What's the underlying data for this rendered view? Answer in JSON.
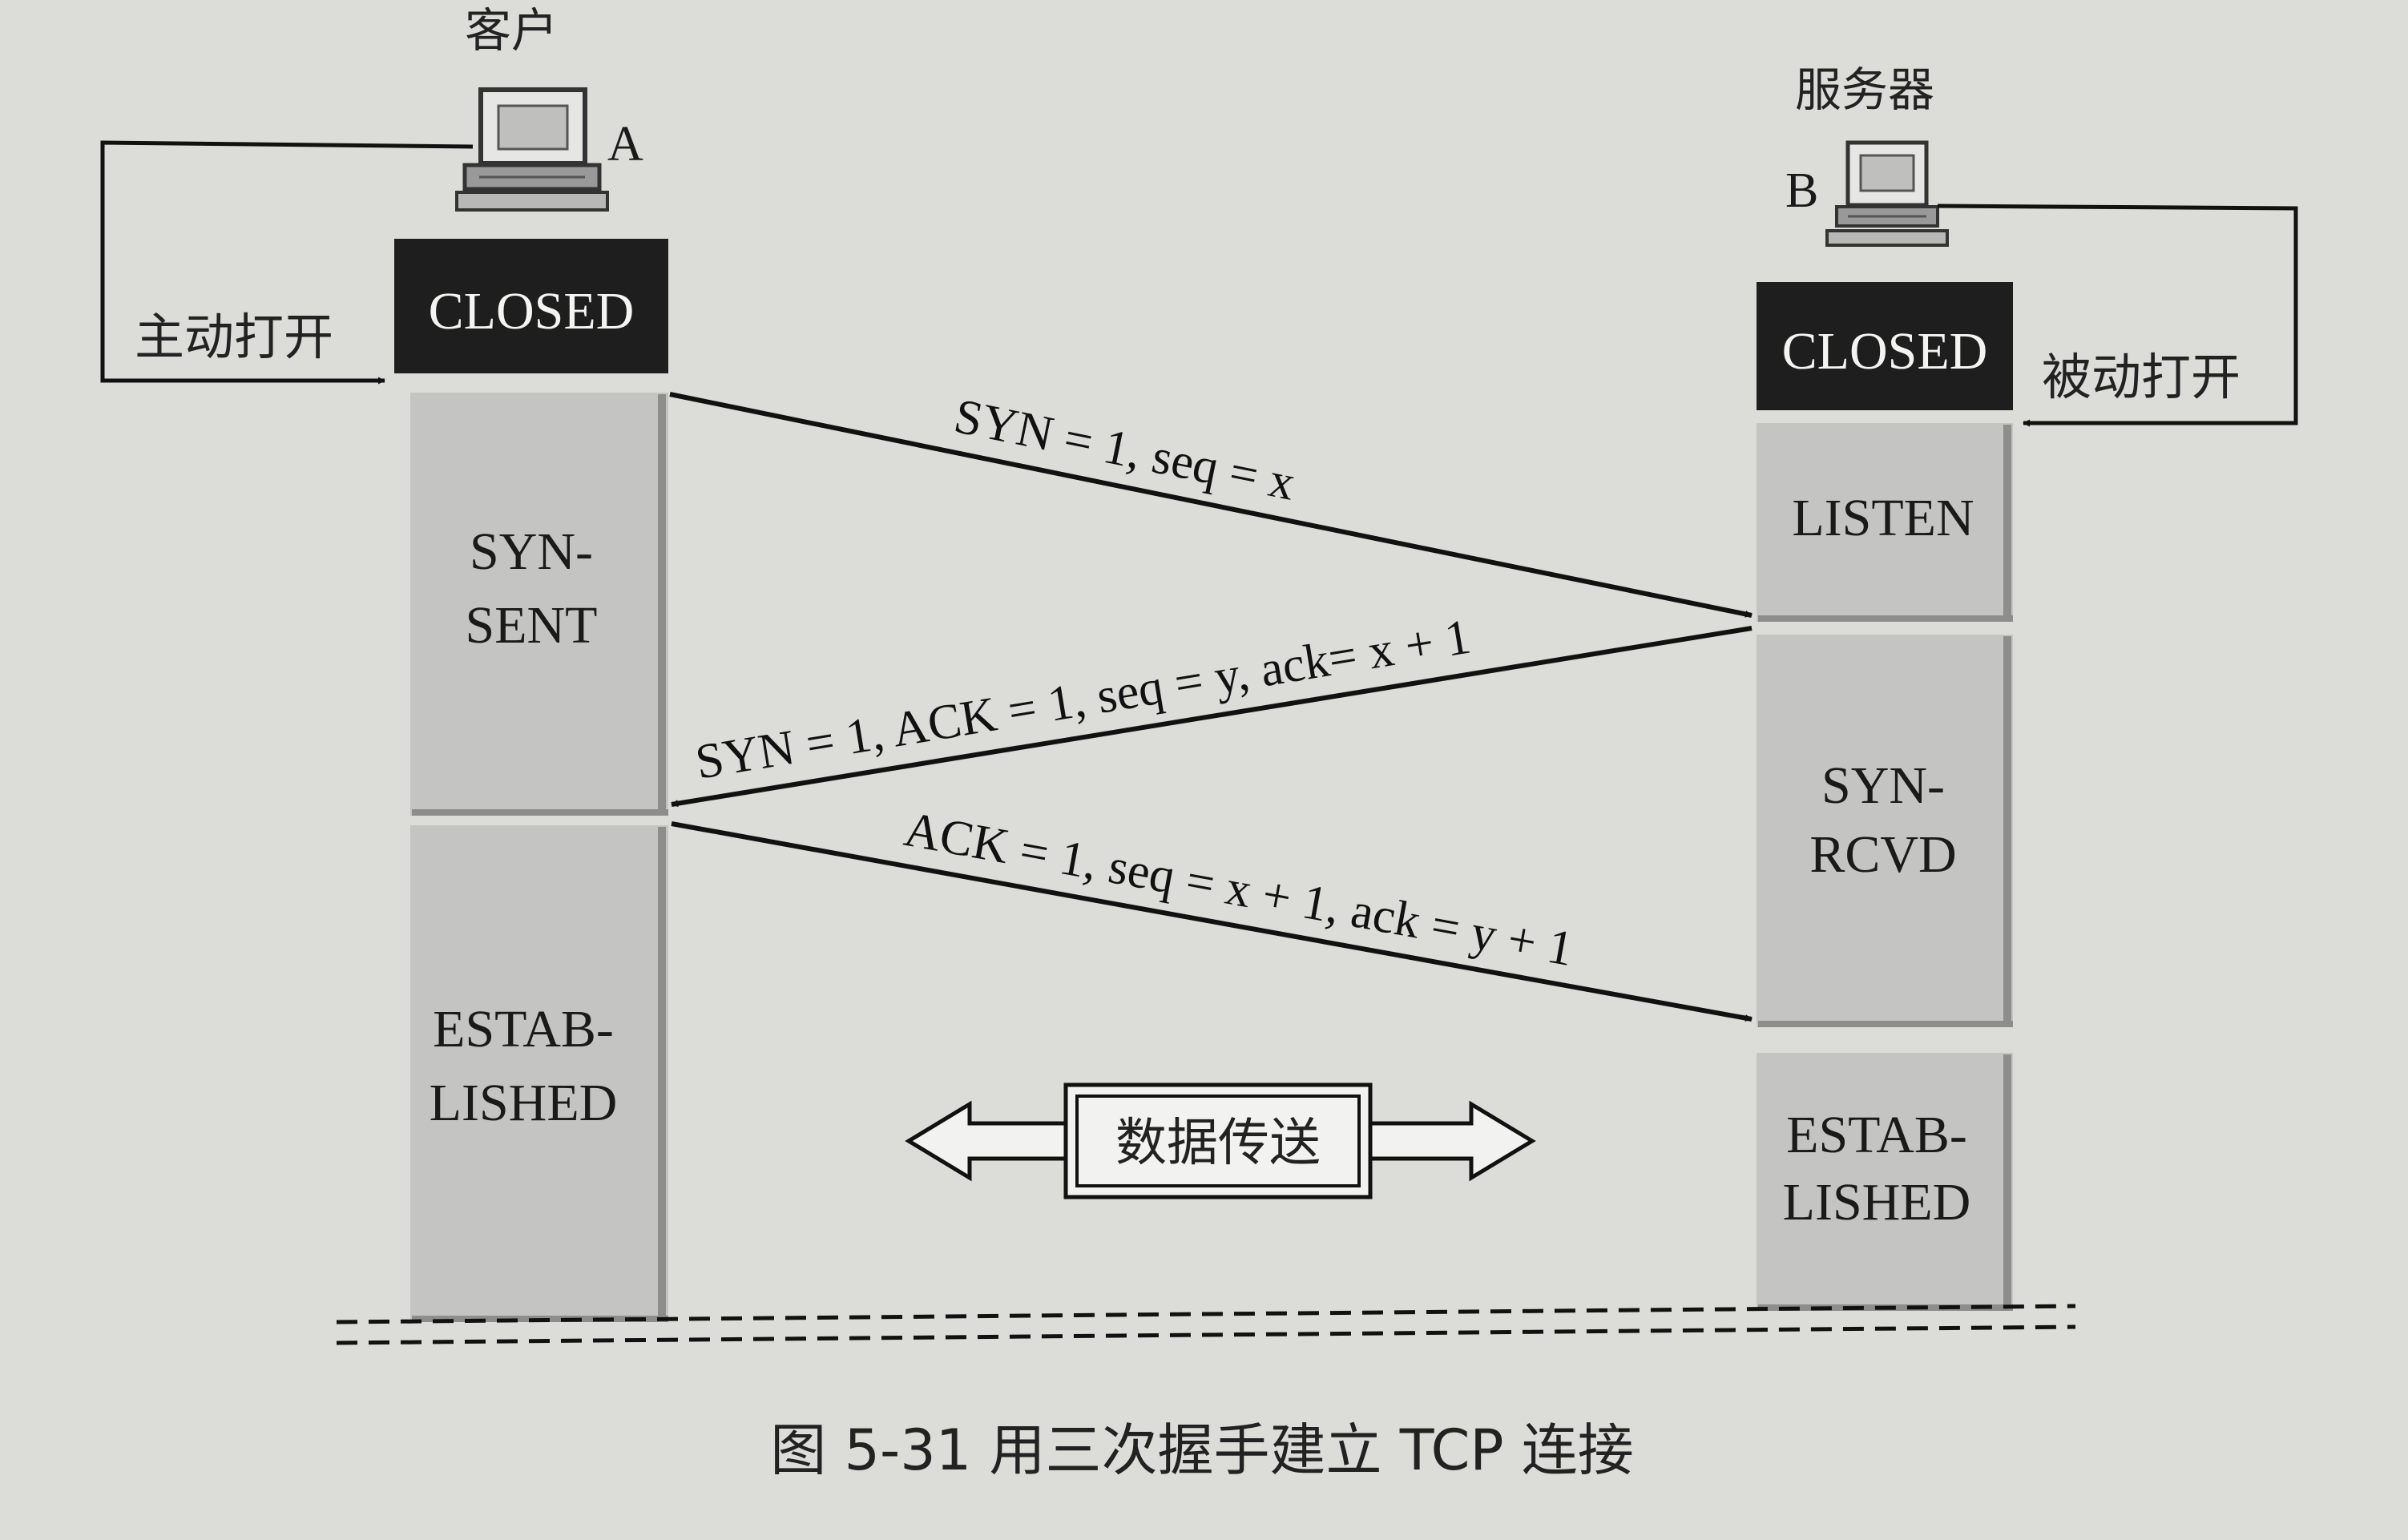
{
  "client": {
    "label": "客户",
    "letter": "A",
    "open_label": "主动打开"
  },
  "server": {
    "label": "服务器",
    "letter": "B",
    "open_label": "被动打开"
  },
  "client_states": [
    "CLOSED",
    "SYN-",
    "SENT",
    "ESTAB-",
    "LISHED"
  ],
  "server_states": [
    "CLOSED",
    "LISTEN",
    "SYN-",
    "RCVD",
    "ESTAB-",
    "LISHED"
  ],
  "messages": {
    "syn": "SYN = 1, seq = x",
    "synack": "SYN = 1, ACK = 1, seq = y, ack= x + 1",
    "ack": "ACK = 1, seq = x + 1, ack = y + 1"
  },
  "data_transfer": "数据传送",
  "caption": "图 5-31  用三次握手建立 TCP 连接",
  "colors": {
    "background": "#dcdcd8",
    "closed_box": "#1e1e1e",
    "state_box": "#c4c4c2",
    "line": "#111111"
  }
}
